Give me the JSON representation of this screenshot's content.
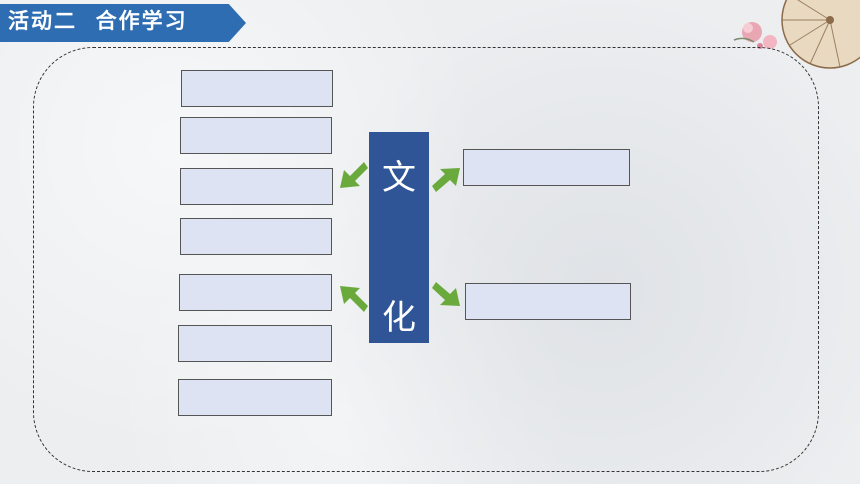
{
  "header": {
    "title": "活动二  合作学习"
  },
  "center": {
    "char_top": "文",
    "char_bottom": "化"
  },
  "colors": {
    "banner": "#2f6db3",
    "center_bar": "#2f5597",
    "box_fill": "#dde3f2",
    "arrow": "#6aaa3c"
  },
  "icons": {
    "decoration": "flower-umbrella-decoration"
  },
  "boxes": {
    "left_count": 7,
    "right_count": 2
  }
}
